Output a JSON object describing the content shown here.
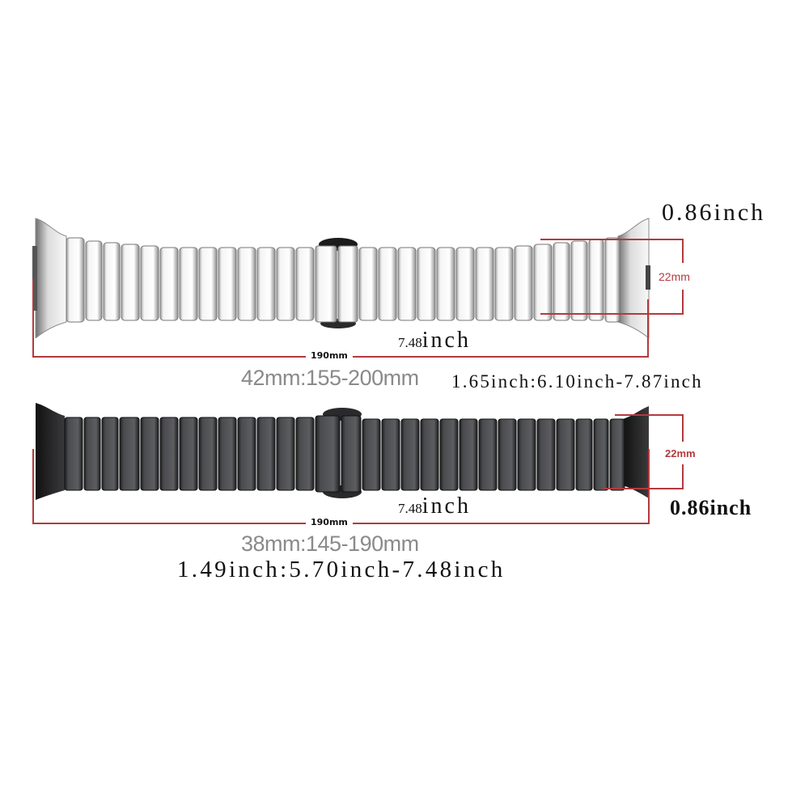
{
  "silver_band": {
    "color_name": "silver",
    "length_label_mm": "190mm",
    "length_label_inch_num": "7.48",
    "length_label_inch_unit": "inch",
    "width_label_mm": "22mm",
    "width_label_inch": "0.86inch",
    "size_mm": "42mm:155-200mm",
    "size_inch": "1.65inch:6.10inch-7.87inch",
    "link_count": 26
  },
  "black_band": {
    "color_name": "black",
    "length_label_mm": "190mm",
    "length_label_inch_num": "7.48",
    "length_label_inch_unit": "inch",
    "width_label_mm": "22mm",
    "width_label_inch": "0.86inch",
    "size_mm": "38mm:145-190mm",
    "size_inch": "1.49inch:5.70inch-7.48inch",
    "link_count": 26
  },
  "colors": {
    "dimension_line": "#b33a3f",
    "silver_link": "#e9e9e9",
    "black_link": "#3a3b3d",
    "grey_text": "#8a8a8a"
  }
}
